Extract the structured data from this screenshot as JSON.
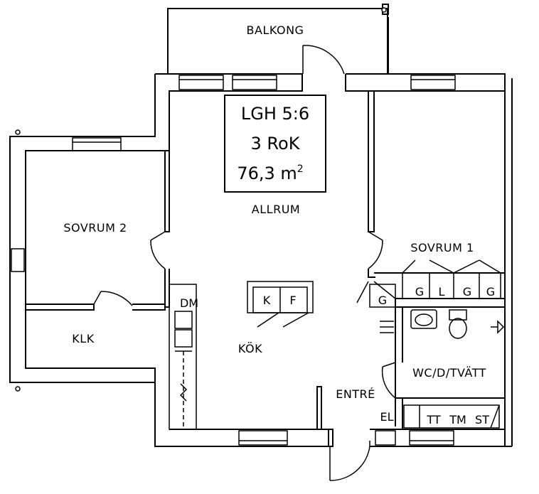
{
  "info_box": {
    "line1": "LGH 5:6",
    "line2": "3 RoK",
    "line3_value": "76,3 m",
    "line3_sup": "2"
  },
  "rooms": {
    "balcony": "BALKONG",
    "living": "ALLRUM",
    "bedroom2": "SOVRUM 2",
    "bedroom1": "SOVRUM 1",
    "walkin_closet": "KLK",
    "kitchen": "KÖK",
    "entrance": "ENTRÉ",
    "bathroom": "WC/D/TVÄTT"
  },
  "fixtures": {
    "microwave": "DM",
    "fridge": "K",
    "freezer": "F",
    "wardrobe_g1": "G",
    "wardrobe_l": "L",
    "wardrobe_g2": "G",
    "wardrobe_g3": "G",
    "entry_wardrobe": "G",
    "electrical": "EL",
    "dryer": "TT",
    "washer": "TM",
    "dryer_cabinet": "ST"
  }
}
